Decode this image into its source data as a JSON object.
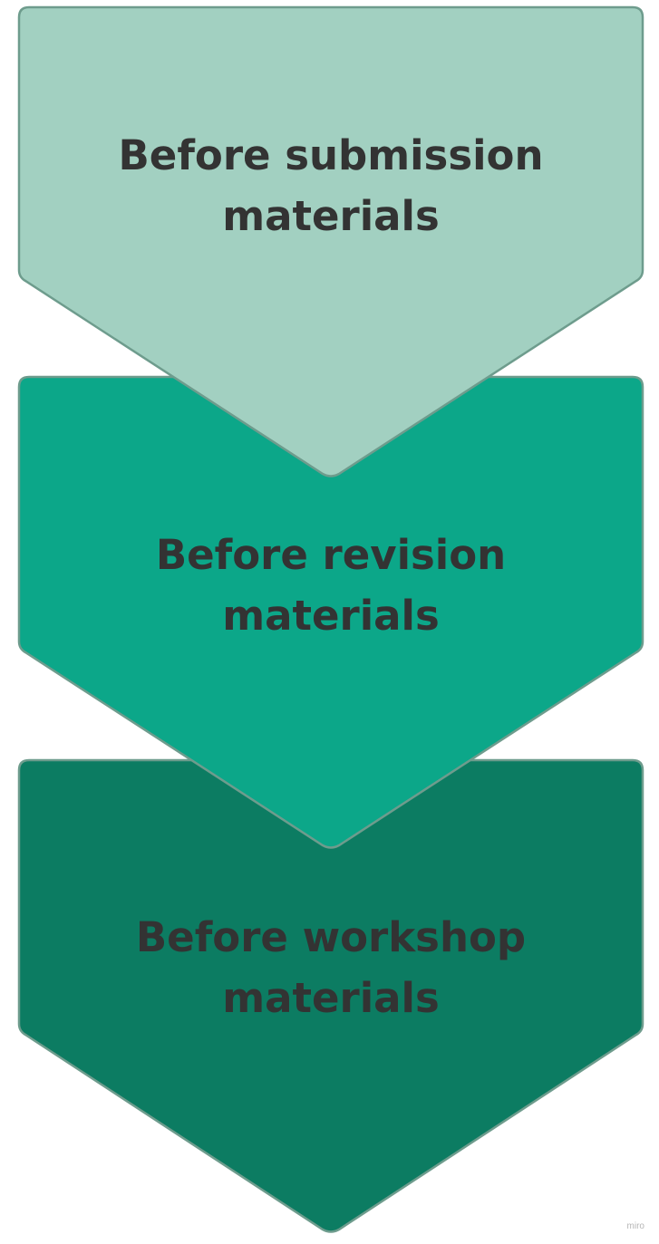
{
  "steps": [
    {
      "line1": "Before submission",
      "line2": "materials",
      "fill": "#a2d0c1",
      "stroke": "#6e9c8d"
    },
    {
      "line1": "Before revision",
      "line2": "materials",
      "fill": "#0ca789",
      "stroke": "#6e9c8d"
    },
    {
      "line1": "Before workshop",
      "line2": "materials",
      "fill": "#0c7c62",
      "stroke": "#6e9c8d"
    }
  ],
  "watermark": "miro"
}
